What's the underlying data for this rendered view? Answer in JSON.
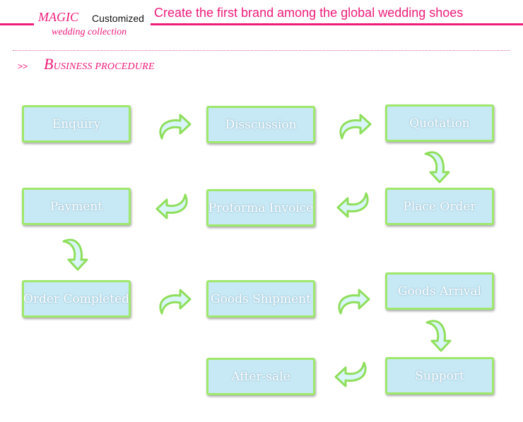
{
  "header": {
    "brand": "MAGIC",
    "customized": "Customized",
    "collection": "wedding collection",
    "slogan": "Create the first brand among the global wedding shoes"
  },
  "section": {
    "prefix": ">>",
    "title_initial": "B",
    "title_rest": "USINESS PROCEDURE"
  },
  "steps": [
    "Enquiry",
    "Disscussion",
    "Quotation",
    "Place Order",
    "Proforma Invoice",
    "Payment",
    "Order Completed",
    "Goods Shipment",
    "Goods Arrival",
    "Support",
    "After-sale"
  ],
  "colors": {
    "accent_pink": "#ee1b79",
    "box_fill": "#c7e9f5",
    "box_border": "#9ee86b",
    "arrow_fill": "#d9f5fa",
    "arrow_stroke": "#8fdf5c"
  },
  "arrow_icon": "curved-arrow-icon"
}
